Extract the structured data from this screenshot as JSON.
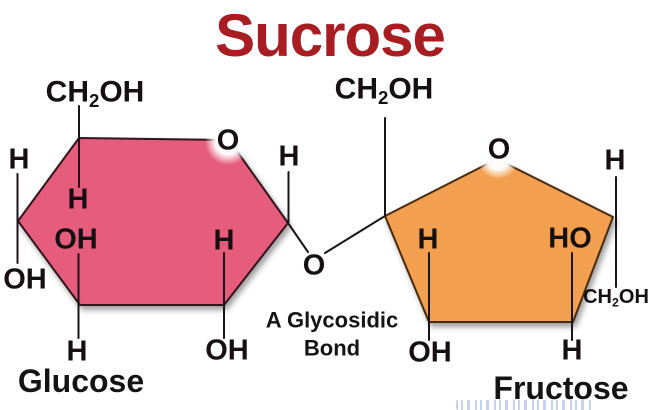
{
  "title": {
    "text": "Sucrose",
    "color": "#a81d22"
  },
  "formula_ch2oh": {
    "prefix": "CH",
    "sub": "2",
    "suffix": "OH"
  },
  "glucose": {
    "name": "Glucose",
    "fill_color": "#e65c7d",
    "ring_oxygen": "O",
    "h_outer_left": "H",
    "oh_outer_left": "OH",
    "h_inner_top": "H",
    "oh_inner": "OH",
    "h_inner_right": "H",
    "h_below": "H",
    "oh_below": "OH"
  },
  "bridge": {
    "h_label": "H",
    "oxygen": "O",
    "caption_line1": "A Glycosidic",
    "caption_line2": "Bond"
  },
  "fructose": {
    "name": "Fructose",
    "fill_color": "#f2a04f",
    "ring_oxygen": "O",
    "h_outer_right": "H",
    "h_inner_left": "H",
    "ho_inner": "HO",
    "oh_below": "OH",
    "h_below": "H"
  }
}
